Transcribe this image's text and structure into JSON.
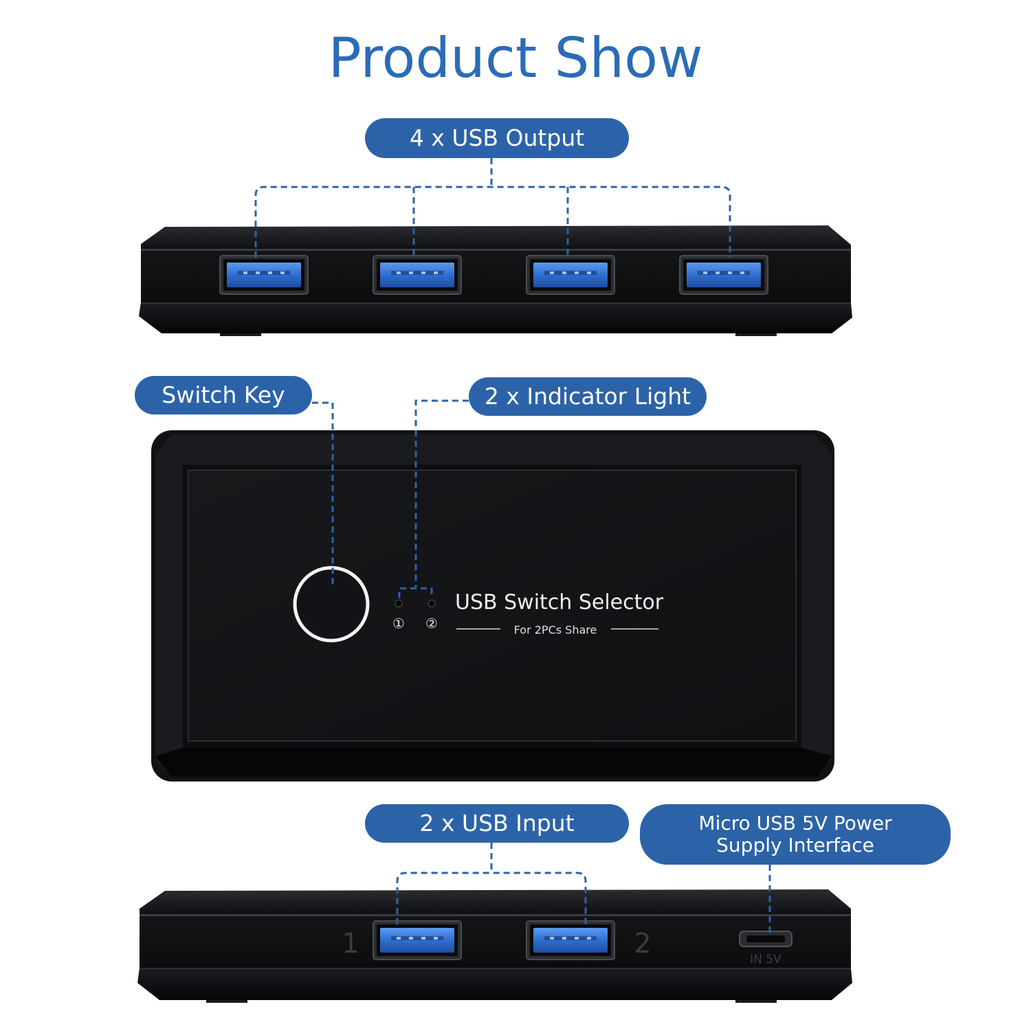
{
  "title": "Product Show",
  "labels": {
    "usb_output": "4 x USB Output",
    "switch_key": "Switch Key",
    "indicator_light": "2 x Indicator Light",
    "usb_input": "2 x USB Input",
    "power_line1": "Micro USB 5V Power",
    "power_line2": "Supply Interface"
  },
  "device": {
    "name": "USB  Switch  Selector",
    "subtitle": "For 2PCs Share",
    "led_1": "①",
    "led_2": "②",
    "port_1": "1",
    "port_2": "2",
    "power_port": "IN 5V"
  },
  "colors": {
    "accent": "#2c63a8",
    "title": "#2a6cb6",
    "usb_blue": "#2f6fd0",
    "device_black": "#131416"
  }
}
